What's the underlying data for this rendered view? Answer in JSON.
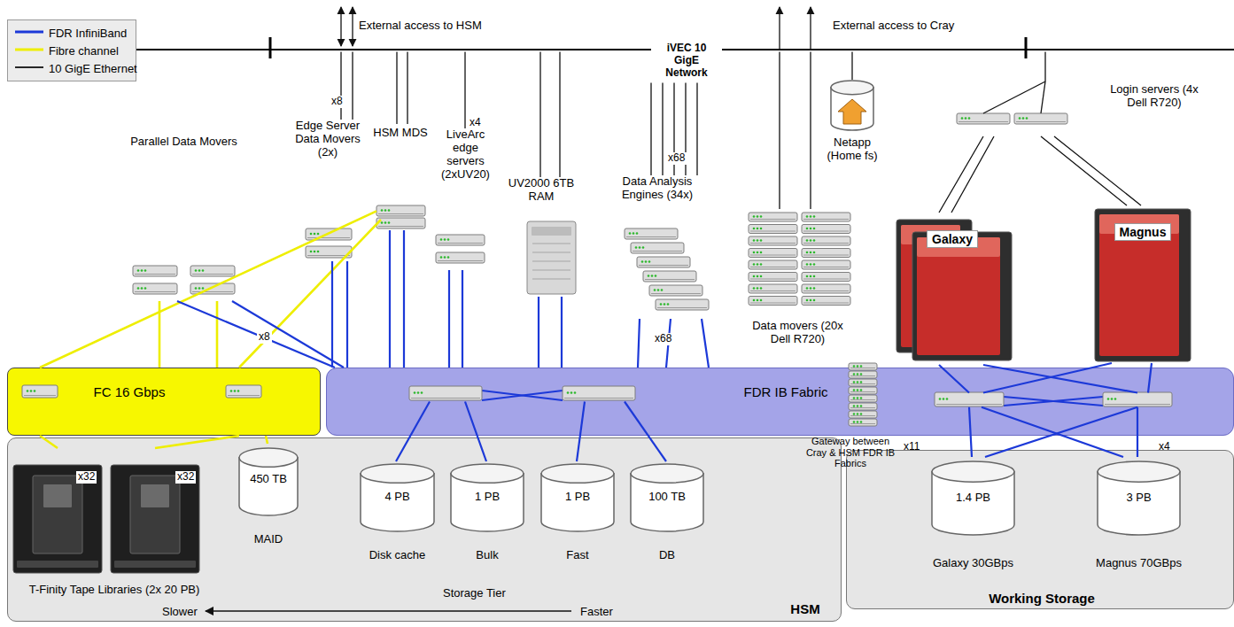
{
  "diagram": {
    "nodes": [
      {
        "text": [
          "HSM"
        ]
      },
      {
        "text": [
          "Working Storage"
        ]
      },
      {
        "text": [
          "FC 16 Gbps"
        ]
      },
      {
        "text": [
          "FDR IB Fabric"
        ]
      },
      {
        "text": [
          "T-Finity Tape Libraries (2x 20 PB)"
        ],
        "in": 0
      },
      {
        "text": [
          "450 TB",
          "MAID"
        ],
        "in": 0
      },
      {
        "text": [
          "4 PB",
          "Disk cache"
        ],
        "in": 0
      },
      {
        "text": [
          "1 PB",
          "Bulk"
        ],
        "in": 0
      },
      {
        "text": [
          "1 PB",
          "Fast"
        ],
        "in": 0
      },
      {
        "text": [
          "100 TB",
          "DB"
        ],
        "in": 0
      },
      {
        "text": [
          "1.4 PB",
          "Galaxy 30GBps"
        ],
        "in": 1
      },
      {
        "text": [
          "3 PB",
          "Magnus 70GBps"
        ],
        "in": 1
      },
      {
        "text": [
          "Parallel Data Movers"
        ]
      },
      {
        "text": [
          "Edge Server Data Movers (2x)"
        ]
      },
      {
        "text": [
          "HSM MDS"
        ]
      },
      {
        "text": [
          "LiveArc edge servers (2xUV20)"
        ]
      },
      {
        "text": [
          "UV2000 6TB RAM"
        ]
      },
      {
        "text": [
          "Data Analysis Engines (34x)"
        ]
      },
      {
        "text": [
          "Data movers (20x Dell R720)"
        ]
      },
      {
        "text": [
          "Netapp (Home fs)"
        ]
      },
      {
        "text": [
          "Login servers (4x Dell R720)"
        ]
      },
      {
        "text": [
          "Galaxy"
        ]
      },
      {
        "text": [
          "Magnus"
        ]
      },
      {
        "text": [
          "Gateway between Cray & HSM FDR IB Fabrics"
        ]
      },
      {
        "text": [
          "iVEC 10 GigE Network"
        ]
      }
    ],
    "edges": [
      {
        "from": 12,
        "to": 2,
        "arrow": "none"
      },
      {
        "from": 14,
        "to": 2,
        "arrow": "none"
      },
      {
        "from": 12,
        "to": 3,
        "arrow": "none"
      },
      {
        "from": 13,
        "to": 3,
        "arrow": "none"
      },
      {
        "from": 14,
        "to": 3,
        "arrow": "none"
      },
      {
        "from": 15,
        "to": 3,
        "arrow": "none"
      },
      {
        "from": 16,
        "to": 3,
        "arrow": "none"
      },
      {
        "from": 17,
        "to": 3,
        "arrow": "none"
      },
      {
        "from": 21,
        "to": 3,
        "arrow": "none"
      },
      {
        "from": 22,
        "to": 3,
        "arrow": "none"
      },
      {
        "from": 4,
        "to": 2,
        "arrow": "none"
      },
      {
        "from": 5,
        "to": 2,
        "arrow": "none"
      },
      {
        "from": 3,
        "to": 6,
        "arrow": "none"
      },
      {
        "from": 3,
        "to": 7,
        "arrow": "none"
      },
      {
        "from": 3,
        "to": 8,
        "arrow": "none"
      },
      {
        "from": 3,
        "to": 9,
        "arrow": "none"
      },
      {
        "from": 3,
        "to": 10,
        "arrow": "none"
      },
      {
        "from": 3,
        "to": 11,
        "arrow": "none"
      },
      {
        "from": 20,
        "to": 21,
        "arrow": "none"
      },
      {
        "from": 20,
        "to": 22,
        "arrow": "none"
      },
      {
        "from": 13,
        "to": 24,
        "arrow": "none"
      },
      {
        "from": 14,
        "to": 24,
        "arrow": "none"
      },
      {
        "from": 15,
        "to": 24,
        "arrow": "none"
      },
      {
        "from": 16,
        "to": 24,
        "arrow": "none"
      },
      {
        "from": 17,
        "to": 24,
        "arrow": "none"
      },
      {
        "from": 18,
        "to": 24,
        "arrow": "none"
      },
      {
        "from": 19,
        "to": 24,
        "arrow": "none"
      },
      {
        "from": 20,
        "to": 24,
        "arrow": "none"
      }
    ],
    "labels": [
      "External access to HSM",
      "x8",
      "x4",
      "x68",
      "External access to Cray",
      "x8",
      "x68",
      "x32",
      "x32",
      "x11",
      "x4",
      "Storage Tier",
      "Slower",
      "Faster"
    ],
    "legend": [
      {
        "text": "FDR InfiniBand"
      },
      {
        "text": "Fibre channel"
      },
      {
        "text": "10 GigE Ethernet"
      }
    ]
  }
}
